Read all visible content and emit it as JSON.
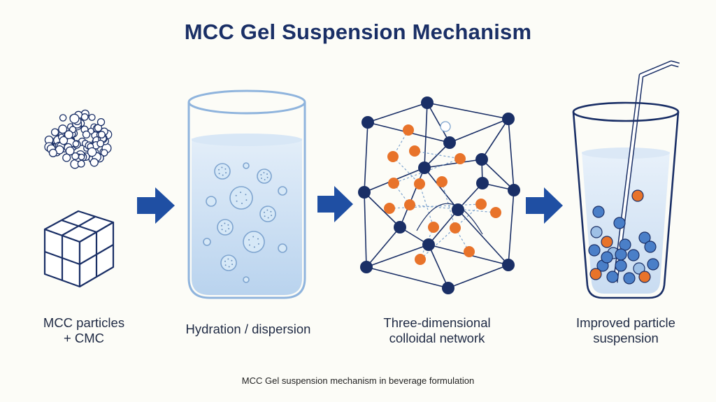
{
  "title": "MCC Gel Suspension Mechanism",
  "steps": [
    {
      "label": "MCC particles\n+ CMC"
    },
    {
      "label": "Hydration / dispersion"
    },
    {
      "label": "Three-dimensional\ncolloidal network"
    },
    {
      "label": "Improved particle\nsuspension"
    }
  ],
  "caption": "MCC Gel suspension mechanism in beverage formulation",
  "colors": {
    "navy": "#1a2f66",
    "arrow": "#1f4fa3",
    "orange": "#e8732a",
    "water": "#cfe3f5",
    "bead_blue": "#4a7fc8"
  },
  "icons": [
    "particles-icon",
    "cube-block-icon",
    "water-beaker-icon",
    "arrow-right-icon",
    "colloidal-network-icon",
    "drink-glass-icon",
    "straw-icon"
  ]
}
